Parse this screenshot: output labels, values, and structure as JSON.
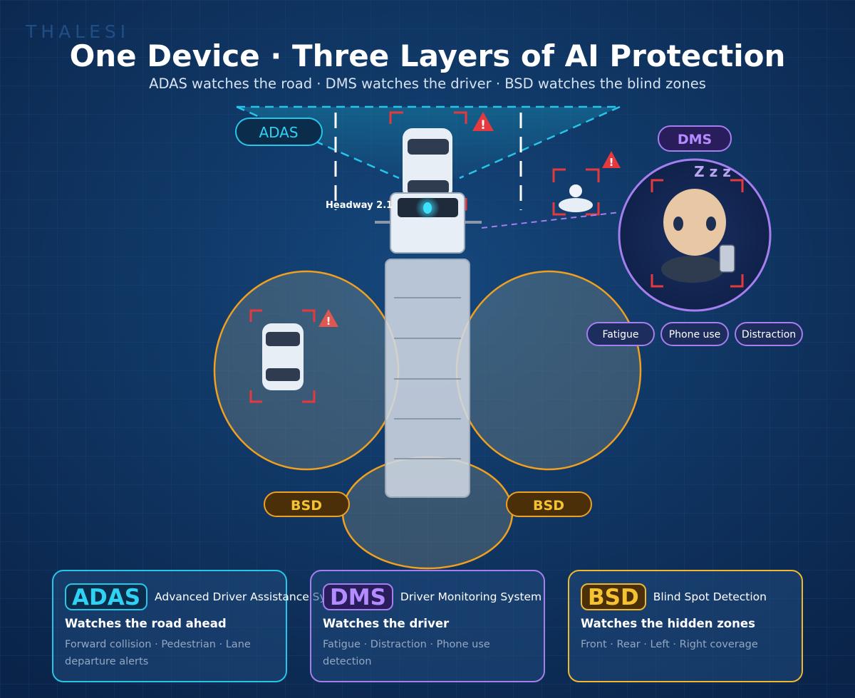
{
  "brand": "THALESI",
  "title": "One Device · Three Layers of AI Protection",
  "subtitle": "ADAS watches the road  ·  DMS watches the driver  ·  BSD watches the blind zones",
  "diagram": {
    "adas_label": "ADAS",
    "dms_label": "DMS",
    "bsd_left_label": "BSD",
    "bsd_right_label": "BSD",
    "headway": "Headway 2.1",
    "sleep_text": "Z z z",
    "warning_glyph": "!",
    "dms_tags": [
      "Fatigue",
      "Phone use",
      "Distraction"
    ]
  },
  "cards": {
    "adas": {
      "badge": "ADAS",
      "full": "Advanced Driver Assistance System",
      "line": "Watches the road ahead",
      "desc": "Forward collision · Pedestrian · Lane departure alerts"
    },
    "dms": {
      "badge": "DMS",
      "full": "Driver Monitoring System",
      "line": "Watches the driver",
      "desc": "Fatigue · Distraction · Phone use detection"
    },
    "bsd": {
      "badge": "BSD",
      "full": "Blind Spot Detection",
      "line": "Watches the hidden zones",
      "desc": "Front · Rear · Left · Right coverage"
    }
  },
  "colors": {
    "adas": "#26c6e8",
    "dms": "#a57ef0",
    "bsd": "#f0b82f",
    "alert": "#e5393d",
    "background": "#0c2a52"
  },
  "icons": [
    "warning-icon",
    "car-icon",
    "pedestrian-icon",
    "driver-face-icon",
    "phone-icon",
    "dashcam-icon",
    "truck-icon"
  ]
}
